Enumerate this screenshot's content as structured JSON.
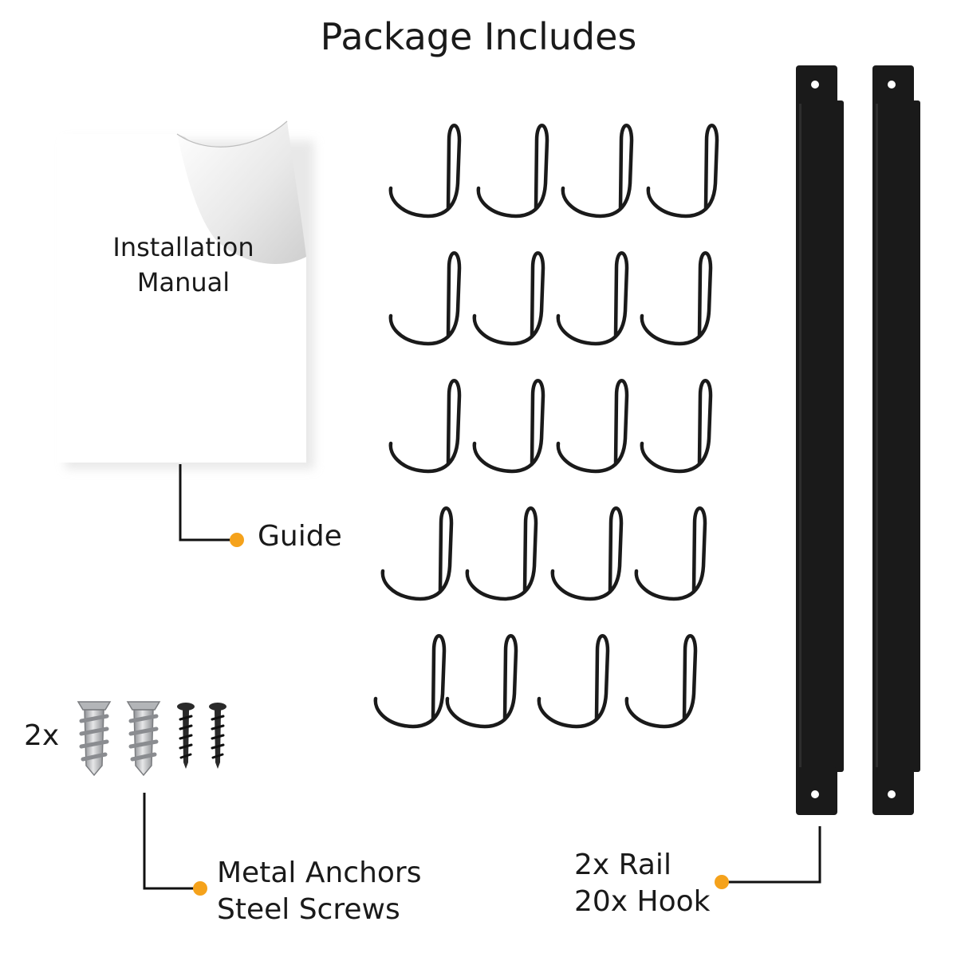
{
  "title": "Package Includes",
  "manual": {
    "lines": [
      "Installation",
      "Manual"
    ]
  },
  "callouts": {
    "guide": "Guide",
    "anchors_qty": "2x",
    "anchors_lines": [
      "Metal Anchors",
      "Steel Screws"
    ],
    "rail_lines": [
      "2x Rail",
      "20x Hook"
    ]
  },
  "colors": {
    "dot": "#f5a21b",
    "metal": "#1a1a1a",
    "anchor": "#c2c4c7",
    "text": "#1a1a1a"
  },
  "icons": [
    "manual-page-icon",
    "hook-icon",
    "rail-icon",
    "metal-anchor-icon",
    "steel-screw-icon"
  ]
}
